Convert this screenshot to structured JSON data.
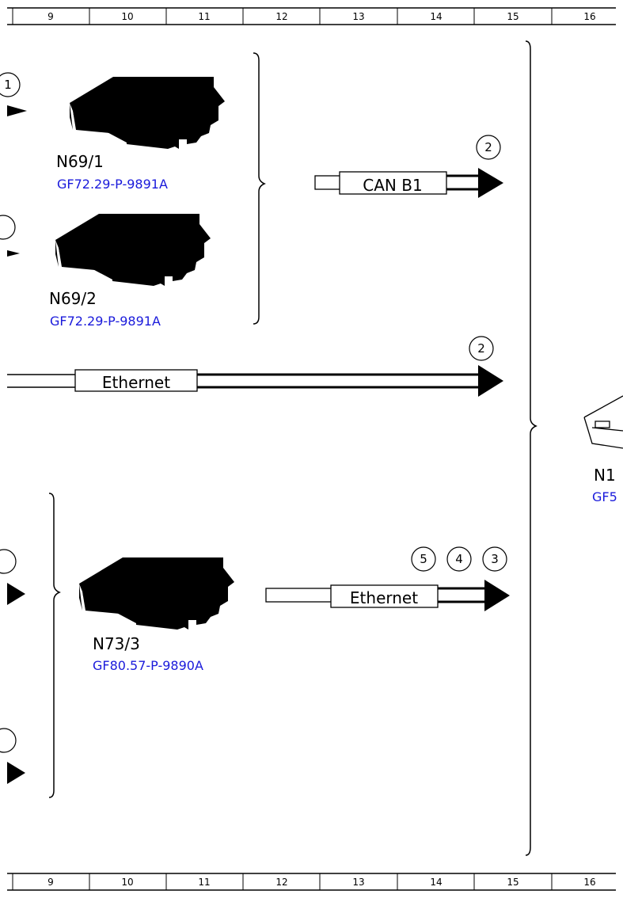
{
  "ruler": {
    "columns": [
      "9",
      "10",
      "11",
      "12",
      "13",
      "14",
      "15",
      "16"
    ]
  },
  "components": {
    "n69_1": {
      "name": "N69/1",
      "ref": "GF72.29-P-9891A"
    },
    "n69_2": {
      "name": "N69/2",
      "ref": "GF72.29-P-9891A"
    },
    "n73_3": {
      "name": "N73/3",
      "ref": "GF80.57-P-9890A"
    },
    "n1_partial": {
      "name": "N1",
      "ref": "GF5"
    }
  },
  "buses": {
    "can_b1": {
      "label": "CAN B1",
      "markers": [
        "2"
      ]
    },
    "ethernet_mid": {
      "label": "Ethernet",
      "markers": [
        "2"
      ]
    },
    "ethernet_low": {
      "label": "Ethernet",
      "markers": [
        "5",
        "4",
        "3"
      ]
    }
  },
  "partial_markers": {
    "top_left": "1"
  },
  "colors": {
    "line": "#000000",
    "link": "#1a1adb",
    "background": "#ffffff"
  },
  "icons": {
    "control_unit": "control-unit-icon",
    "arrow": "arrowhead-icon",
    "circle": "connector-circle-icon"
  }
}
